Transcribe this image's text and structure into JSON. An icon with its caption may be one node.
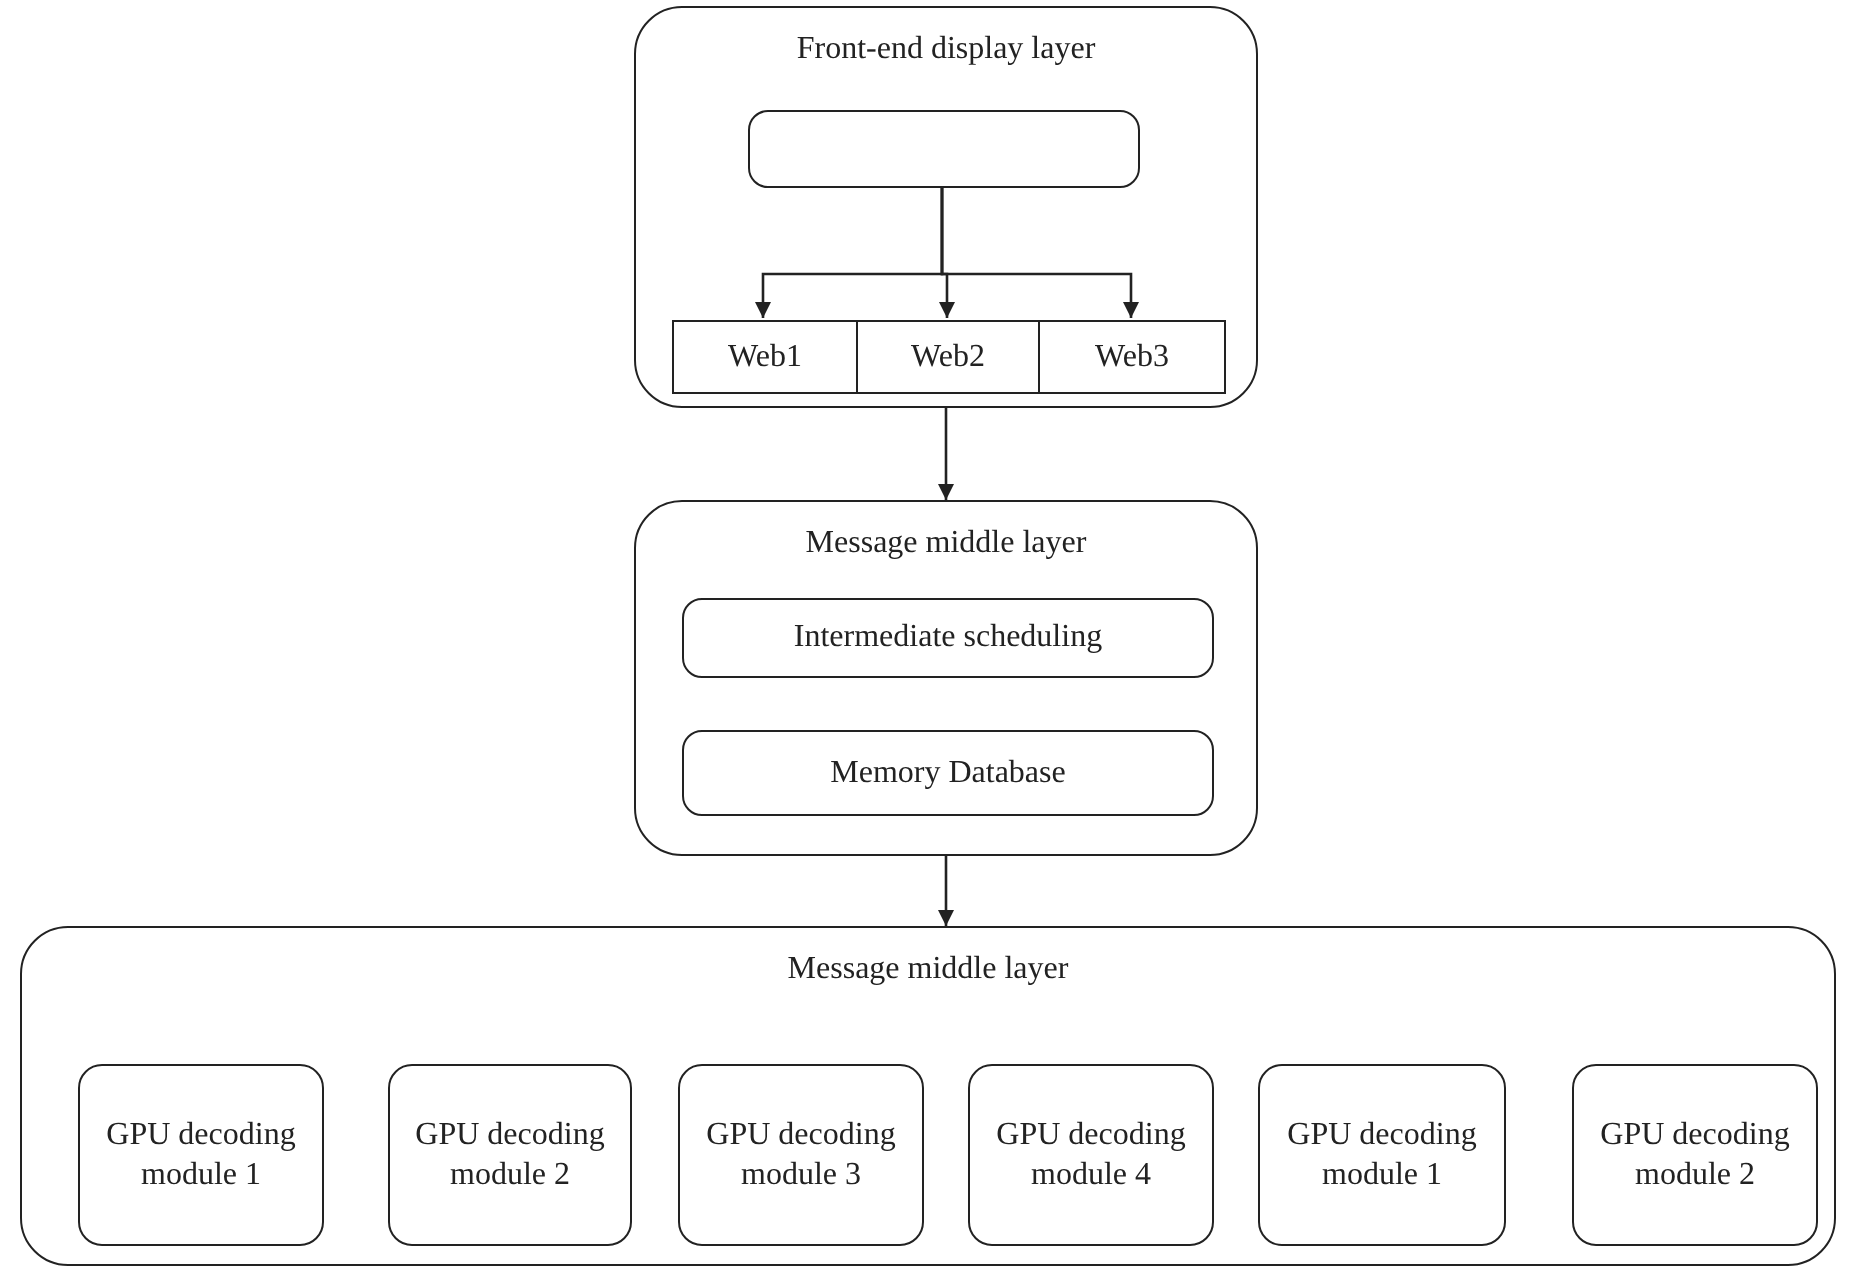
{
  "diagram": {
    "nodes": [
      {
        "text": [
          "Front-end display layer"
        ]
      },
      {
        "text": [],
        "shape": "box",
        "in": 0
      },
      {
        "text": [
          "Web1"
        ],
        "in": 0
      },
      {
        "text": [
          "Web2"
        ],
        "in": 0
      },
      {
        "text": [
          "Web3"
        ],
        "in": 0
      },
      {
        "text": [
          "Message middle layer"
        ]
      },
      {
        "text": [
          "Intermediate scheduling"
        ],
        "in": 5
      },
      {
        "text": [
          "Memory Database"
        ],
        "in": 5
      },
      {
        "text": [
          "Message middle layer"
        ]
      },
      {
        "text": [
          "GPU decoding module 1"
        ],
        "in": 8
      },
      {
        "text": [
          "GPU decoding module 2"
        ],
        "in": 8
      },
      {
        "text": [
          "GPU decoding module 3"
        ],
        "in": 8
      },
      {
        "text": [
          "GPU decoding module 4"
        ],
        "in": 8
      },
      {
        "text": [
          "GPU decoding module 1"
        ],
        "in": 8
      },
      {
        "text": [
          "GPU decoding module 2"
        ],
        "in": 8
      }
    ],
    "edges": [
      {
        "from": 1,
        "to": 2,
        "arrow": "to"
      },
      {
        "from": 1,
        "to": 3,
        "arrow": "to"
      },
      {
        "from": 1,
        "to": 4,
        "arrow": "to"
      },
      {
        "from": 0,
        "to": 5,
        "arrow": "to"
      },
      {
        "from": 5,
        "to": 8,
        "arrow": "to"
      }
    ]
  }
}
